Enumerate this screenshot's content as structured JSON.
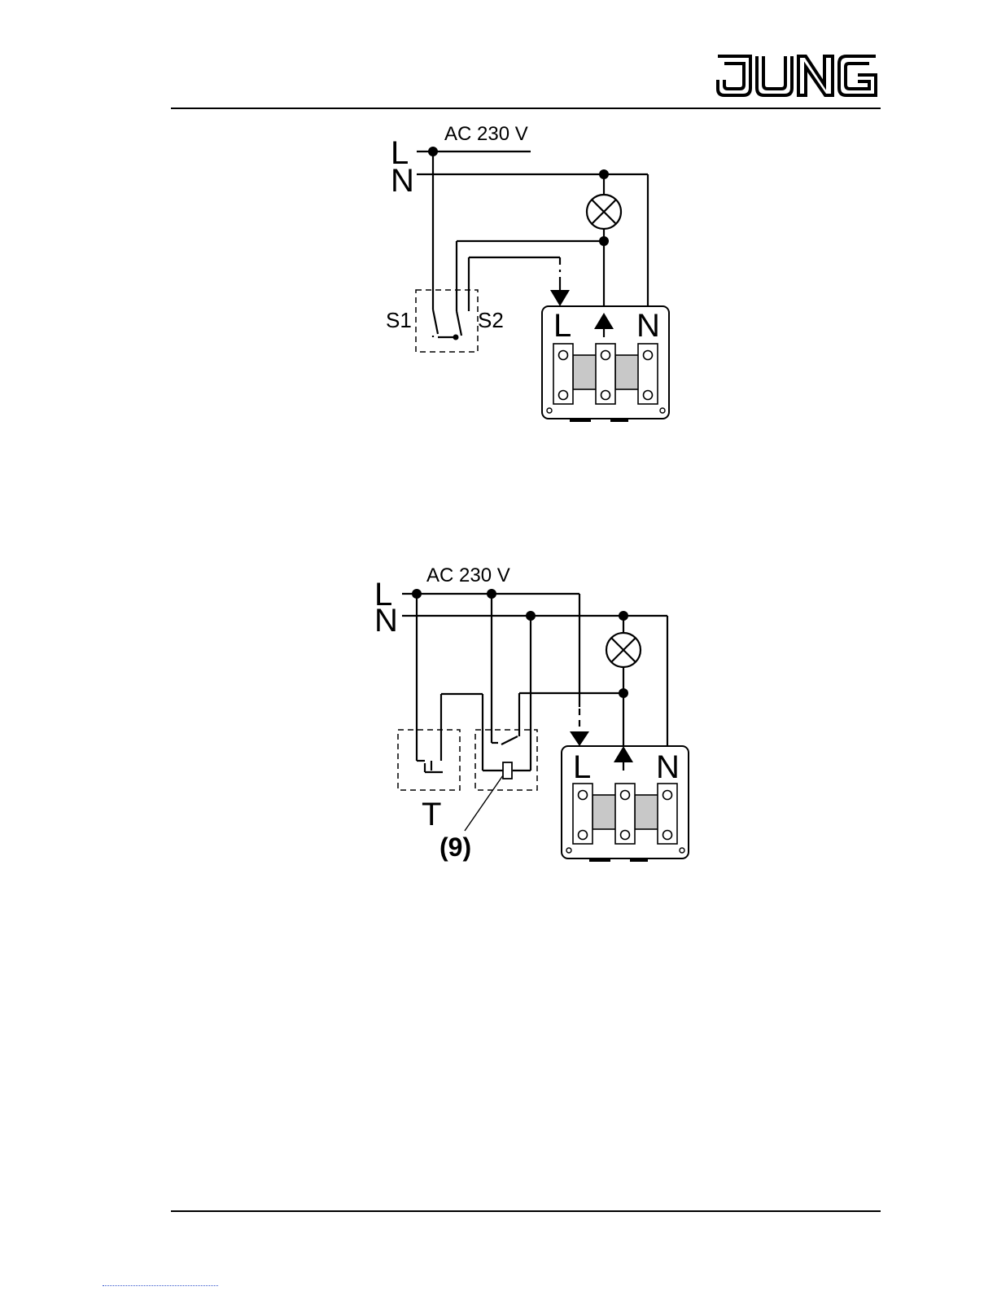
{
  "header": {
    "brand": "JUNG"
  },
  "diagram_1": {
    "supply": "AC 230 V",
    "line_label": "L",
    "neutral_label": "N",
    "switch_left": "S1",
    "switch_right": "S2",
    "terminals": [
      "L",
      "N"
    ]
  },
  "diagram_2": {
    "supply": "AC 230 V",
    "line_label": "L",
    "neutral_label": "N",
    "pushbutton_label": "T",
    "callout": "(9)",
    "terminals": [
      "L",
      "N"
    ]
  }
}
